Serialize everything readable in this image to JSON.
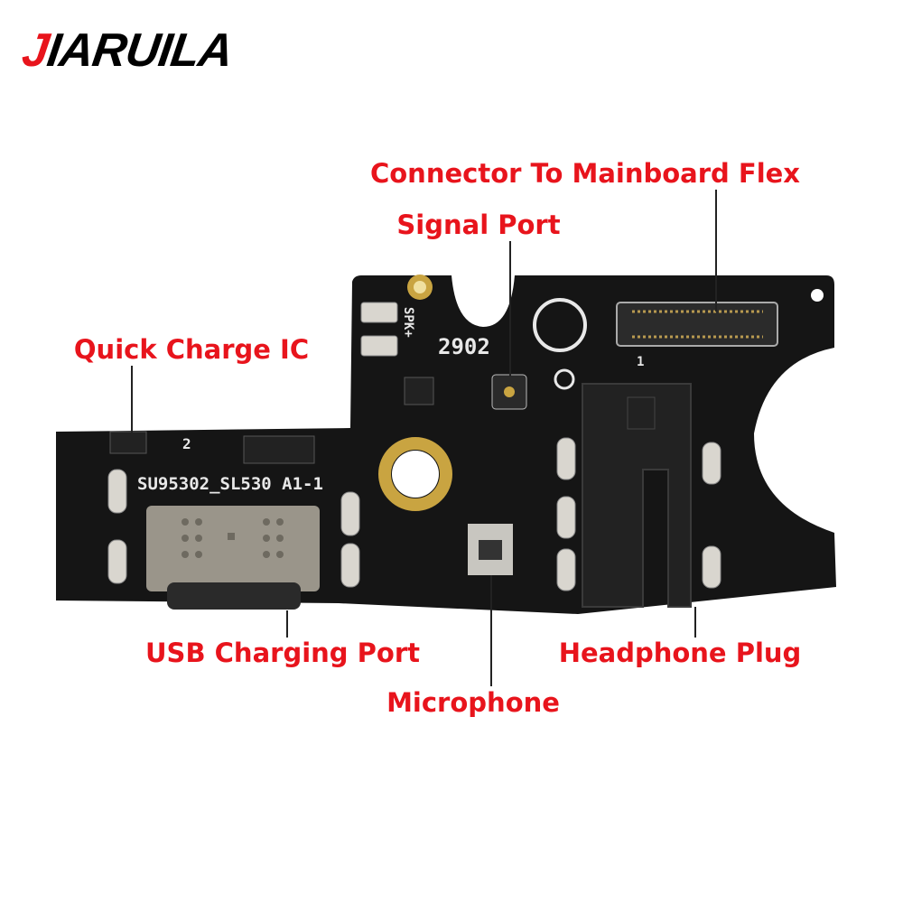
{
  "brand": {
    "logo_first": "J",
    "logo_rest": "IARUILA"
  },
  "labels": {
    "connector": "Connector To Mainboard Flex",
    "signal": "Signal Port",
    "quick_charge": "Quick Charge IC",
    "usb": "USB Charging Port",
    "headphone": "Headphone Plug",
    "microphone": "Microphone"
  },
  "board_silkscreen": {
    "part_number": "SU95302_SL530 A1-1",
    "code": "2902",
    "spk": "SPK+",
    "mark_2": "2",
    "mark_1": "1"
  },
  "colors": {
    "label": "#e8141c",
    "board": "#151515",
    "gold": "#c9a441"
  }
}
